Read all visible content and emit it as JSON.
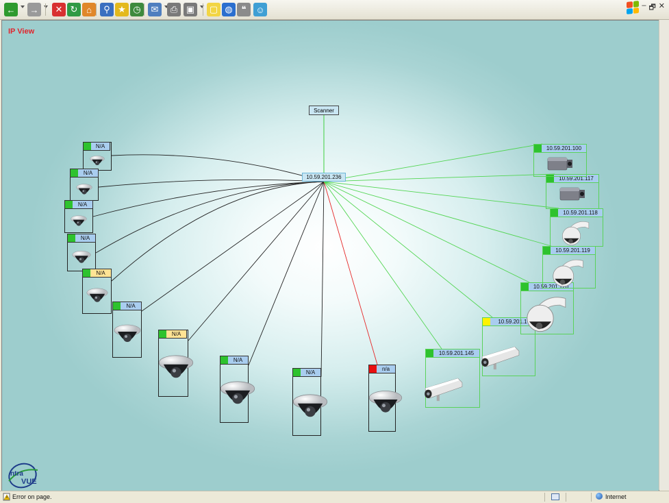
{
  "toolbar": {
    "buttons": [
      {
        "name": "back-button",
        "icon": "back-arrow-icon",
        "color": "#2e9a2e",
        "glyph": "←",
        "has_drop": true
      },
      {
        "name": "forward-button",
        "icon": "forward-arrow-icon",
        "color": "#9a9a9a",
        "glyph": "→",
        "has_drop": true
      },
      {
        "name": "stop-button",
        "icon": "stop-icon",
        "color": "#d83030",
        "glyph": "✕"
      },
      {
        "name": "refresh-button",
        "icon": "refresh-icon",
        "color": "#2f9a45",
        "glyph": "↻"
      },
      {
        "name": "home-button",
        "icon": "home-icon",
        "color": "#e0872a",
        "glyph": "⌂"
      },
      {
        "name": "search-button",
        "icon": "search-icon",
        "color": "#3a6fc0",
        "glyph": "⚲"
      },
      {
        "name": "favorites-button",
        "icon": "star-icon",
        "color": "#e4b91c",
        "glyph": "★"
      },
      {
        "name": "history-button",
        "icon": "history-icon",
        "color": "#3d8a3d",
        "glyph": "◷"
      },
      {
        "name": "mail-button",
        "icon": "mail-icon",
        "color": "#4f7fbf",
        "glyph": "✉",
        "has_drop": true
      },
      {
        "name": "print-button",
        "icon": "printer-icon",
        "color": "#7a7a7a",
        "glyph": "⎙"
      },
      {
        "name": "edit-button",
        "icon": "edit-icon",
        "color": "#7a7a7a",
        "glyph": "▣",
        "has_drop": true
      },
      {
        "name": "notes-button",
        "icon": "note-icon",
        "color": "#f2d544",
        "glyph": "▢"
      },
      {
        "name": "globe-button",
        "icon": "globe-icon",
        "color": "#2b6fcf",
        "glyph": "◍"
      },
      {
        "name": "discuss-button",
        "icon": "chat-bubble-icon",
        "color": "#8b8b8b",
        "glyph": "❝"
      },
      {
        "name": "messenger-button",
        "icon": "messenger-icon",
        "color": "#3f9fd4",
        "glyph": "☺"
      }
    ],
    "window_controls": [
      "–",
      "🗗",
      "✕"
    ]
  },
  "view": {
    "title": "IP View",
    "scanner_label": "Scanner",
    "hub_label": "10.59.201.236",
    "colors": {
      "green": "#2ec22e",
      "yellow": "#fff200",
      "red": "#e81010",
      "label_blue": "#a9cdef",
      "label_yellow": "#ffe394"
    }
  },
  "nodes": [
    {
      "label": "N/A",
      "status": "green",
      "cam": "dome",
      "highlight": false,
      "link": "black",
      "fade": false
    },
    {
      "label": "N/A",
      "status": "green",
      "cam": "dome",
      "highlight": false,
      "link": "black",
      "fade": false
    },
    {
      "label": "N/A",
      "status": "green",
      "cam": "dome",
      "highlight": false,
      "link": "black",
      "fade": false
    },
    {
      "label": "N/A",
      "status": "green",
      "cam": "dome",
      "highlight": false,
      "link": "black",
      "fade": false
    },
    {
      "label": "N/A",
      "status": "green",
      "cam": "dome",
      "highlight": true,
      "link": "black",
      "fade": false
    },
    {
      "label": "N/A",
      "status": "green",
      "cam": "dome",
      "highlight": false,
      "link": "black",
      "fade": false
    },
    {
      "label": "N/A",
      "status": "green",
      "cam": "dome",
      "highlight": true,
      "link": "black",
      "fade": false
    },
    {
      "label": "N/A",
      "status": "green",
      "cam": "dome",
      "highlight": false,
      "link": "black",
      "fade": false
    },
    {
      "label": "N/A",
      "status": "green",
      "cam": "dome",
      "highlight": false,
      "link": "black",
      "fade": false
    },
    {
      "label": "n/a",
      "status": "red",
      "cam": "dome",
      "highlight": false,
      "link": "red",
      "fade": false
    },
    {
      "label": "10.59.201.145",
      "status": "green",
      "cam": "housing",
      "highlight": false,
      "link": "green",
      "fade": true
    },
    {
      "label": "10.59.201.1",
      "status": "yellow",
      "cam": "housing",
      "highlight": false,
      "link": "green",
      "fade": true
    },
    {
      "label": "10.59.201.120",
      "status": "green",
      "cam": "ptz",
      "highlight": false,
      "link": "green",
      "fade": true
    },
    {
      "label": "10.59.201.119",
      "status": "green",
      "cam": "ptz",
      "highlight": false,
      "link": "green",
      "fade": true
    },
    {
      "label": "10.59.201.118",
      "status": "green",
      "cam": "ptz",
      "highlight": false,
      "link": "green",
      "fade": true
    },
    {
      "label": "10.59.201.117",
      "status": "green",
      "cam": "box",
      "highlight": false,
      "link": "green",
      "fade": true
    },
    {
      "label": "10.59.201.100",
      "status": "green",
      "cam": "box",
      "highlight": false,
      "link": "green",
      "fade": true
    }
  ],
  "status_bar": {
    "message": "Error on page.",
    "zone": "Internet",
    "error_icon": "warning-page-icon",
    "zone_icon": "globe-icon"
  }
}
